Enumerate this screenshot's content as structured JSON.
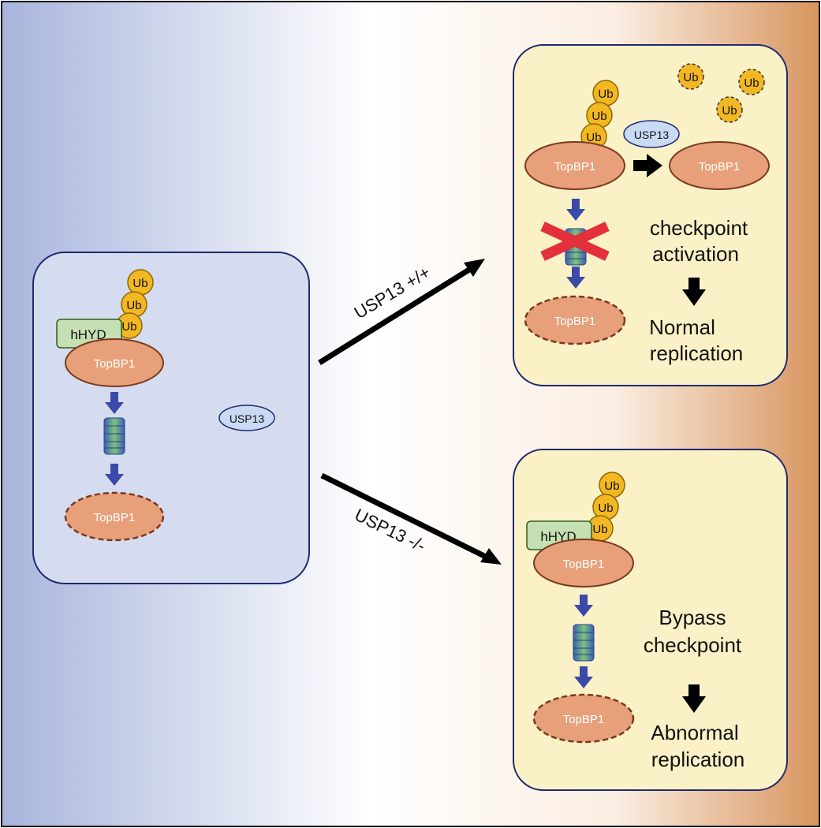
{
  "colors": {
    "bg_left": "#a9b6dd",
    "bg_mid": "#ffffff",
    "bg_right": "#d99a6a",
    "left_panel_fill": "#d6dcef",
    "right_panel_fill": "#fbf1c6",
    "panel_border": "#1f2a6e",
    "topbp1_fill": "#e8a07a",
    "topbp1_border": "#7a3a1e",
    "ub_fill": "#f2b722",
    "hhyd_fill": "#c5e0b3",
    "usp13_fill": "#c9daf5",
    "arrow_blue": "#3a4aa8",
    "cross_red": "#e3303a"
  },
  "labels": {
    "topbp1": "TopBP1",
    "ub": "Ub",
    "hhyd": "hHYD",
    "usp13": "USP13"
  },
  "arrows": {
    "upper": "USP13 +/+",
    "lower": "USP13 -/-"
  },
  "top_panel": {
    "outcome_line1": "checkpoint",
    "outcome_line2": "activation",
    "result_line1": "Normal",
    "result_line2": "replication"
  },
  "bottom_panel": {
    "outcome_line1": "Bypass",
    "outcome_line2": "checkpoint",
    "result_line1": "Abnormal",
    "result_line2": "replication"
  }
}
